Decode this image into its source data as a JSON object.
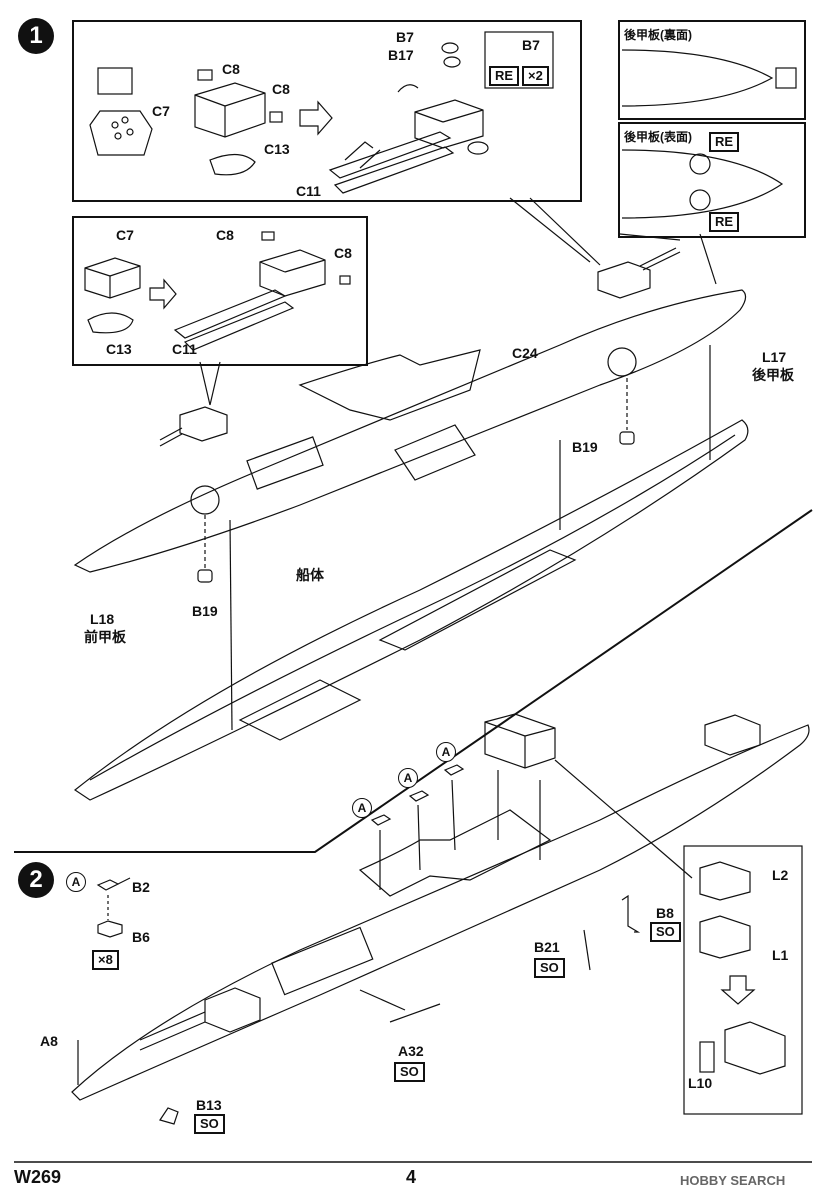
{
  "page": {
    "code": "W269",
    "number": "4",
    "watermark": "HOBBY SEARCH"
  },
  "step1": {
    "number": "1",
    "parts": {
      "c8_a": "C8",
      "c8_b": "C8",
      "c7_a": "C7",
      "c13_a": "C13",
      "b7_a": "B7",
      "b17": "B17",
      "b7_b": "B7",
      "c11_a": "C11",
      "c7_b": "C7",
      "c8_c": "C8",
      "c8_d": "C8",
      "c13_b": "C13",
      "c11_b": "C11",
      "c24": "C24",
      "b19_a": "B19",
      "b19_b": "B19",
      "l17": "L17",
      "l17_jp": "後甲板",
      "l18": "L18",
      "l18_jp": "前甲板",
      "hull": "船体"
    },
    "tags": {
      "re_a": "RE",
      "x2": "×2",
      "re_b": "RE",
      "re_c": "RE"
    },
    "insets": {
      "rear_bottom": "後甲板(裏面)",
      "rear_top": "後甲板(表面)"
    }
  },
  "step2": {
    "number": "2",
    "parts": {
      "a_mark": "A",
      "b2": "B2",
      "b6": "B6",
      "b8": "B8",
      "b21": "B21",
      "a8": "A8",
      "a32": "A32",
      "b13": "B13",
      "l2": "L2",
      "l1": "L1",
      "l10": "L10"
    },
    "tags": {
      "x8": "×8",
      "so_b8": "SO",
      "so_b21": "SO",
      "so_a32": "SO",
      "so_b13": "SO"
    }
  }
}
